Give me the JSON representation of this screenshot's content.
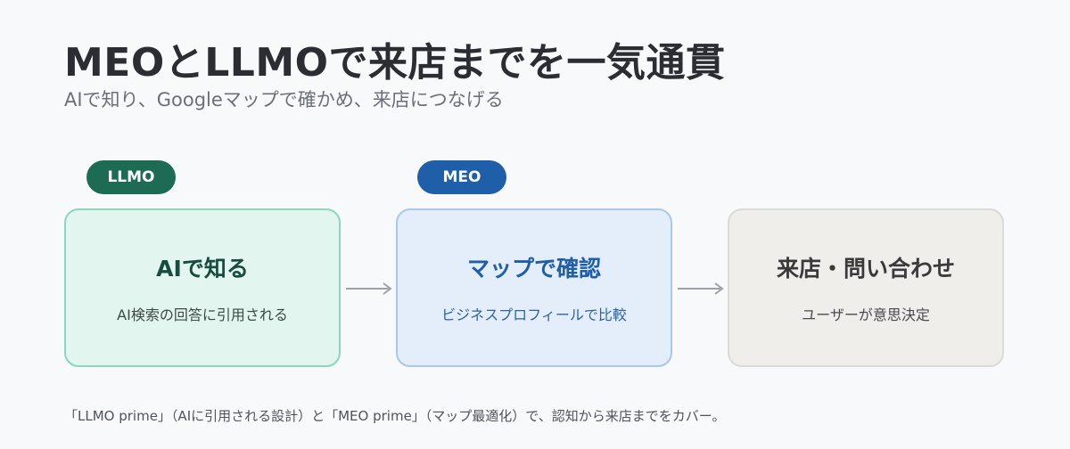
{
  "header": {
    "title": "MEOとLLMOで来店までを一気通貫",
    "subtitle": "AIで知り、Googleマップで確かめ、来店につなげる"
  },
  "badges": {
    "llmo": "LLMO",
    "meo": "MEO"
  },
  "steps": [
    {
      "title": "AIで知る",
      "desc": "AI検索の回答に引用される"
    },
    {
      "title": "マップで確認",
      "desc": "ビジネスプロフィールで比較"
    },
    {
      "title": "来店・問い合わせ",
      "desc": "ユーザーが意思決定"
    }
  ],
  "footer": "「LLMO prime」（AIに引用される設計）と「MEO prime」（マップ最適化）で、認知から来店までをカバー。",
  "colors": {
    "llmo_accent": "#1e6b54",
    "meo_accent": "#1f5ea8",
    "arrow": "#9ea2a8"
  }
}
